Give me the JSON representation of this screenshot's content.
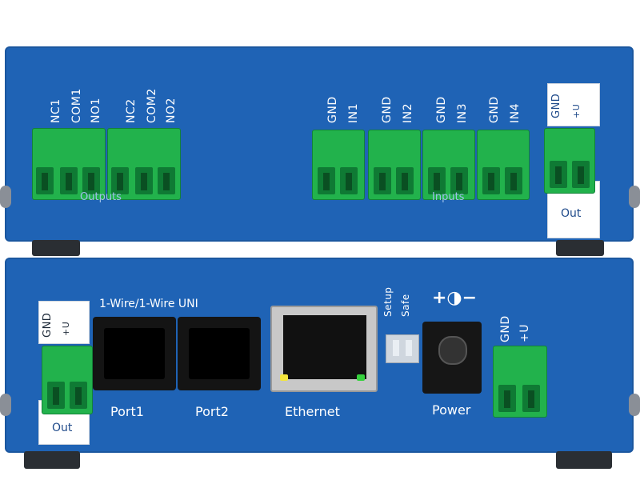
{
  "top": {
    "outputs_labels": [
      "NC1",
      "COM1",
      "NO1",
      "NC2",
      "COM2",
      "NO2"
    ],
    "outputs_group_label": "Outputs",
    "inputs_labels": [
      "GND",
      "IN1",
      "GND",
      "IN2",
      "GND",
      "IN3",
      "GND",
      "IN4"
    ],
    "inputs_group_label": "Inputs",
    "power_labels": [
      "GND",
      "+U"
    ],
    "power_out_label": "Out"
  },
  "bottom": {
    "power_labels": [
      "GND",
      "+U"
    ],
    "power_out_label": "Out",
    "wire_group_label": "1-Wire/1-Wire UNI",
    "port1_label": "Port1",
    "port2_label": "Port2",
    "ethernet_label": "Ethernet",
    "setup_label": "Setup",
    "safe_label": "Safe",
    "power_label": "Power",
    "power_in_labels": [
      "GND",
      "+U"
    ]
  },
  "colors": {
    "body_blue": "#1f63b5",
    "terminal_green": "#22b24c",
    "label_white": "#ffffff"
  }
}
